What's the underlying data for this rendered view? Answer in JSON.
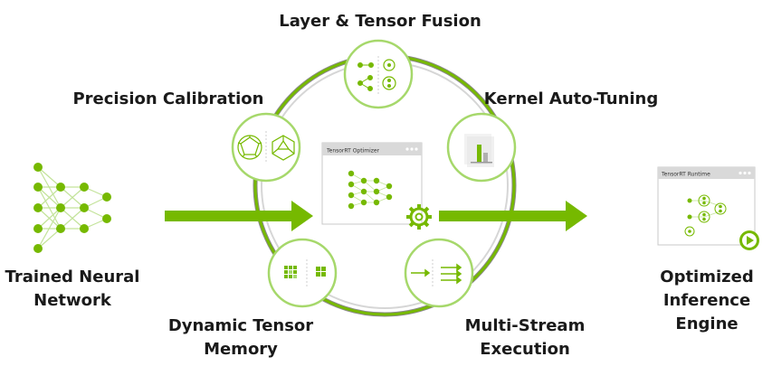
{
  "labels": {
    "layer_fusion": "Layer & Tensor Fusion",
    "precision": "Precision Calibration",
    "kernel": "Kernel Auto-Tuning",
    "trained_1": "Trained Neural",
    "trained_2": "Network",
    "dynamic_1": "Dynamic Tensor",
    "dynamic_2": "Memory",
    "multistream_1": "Multi-Stream",
    "multistream_2": "Execution",
    "optimized_1": "Optimized",
    "optimized_2": "Inference",
    "optimized_3": "Engine"
  },
  "optimizer_window": {
    "title": "TensorRT Optimizer"
  },
  "runtime_window": {
    "title": "TensorRT Runtime"
  },
  "colors": {
    "accent": "#76b900",
    "light_accent": "#a6d86b",
    "window_bar": "#d9d9d9",
    "ring": "#8a8a8a"
  },
  "icons": [
    "gear-icon",
    "play-icon",
    "bar-chart-icon",
    "polyhedron-icon",
    "grid-blocks-icon",
    "arrows-icon"
  ]
}
